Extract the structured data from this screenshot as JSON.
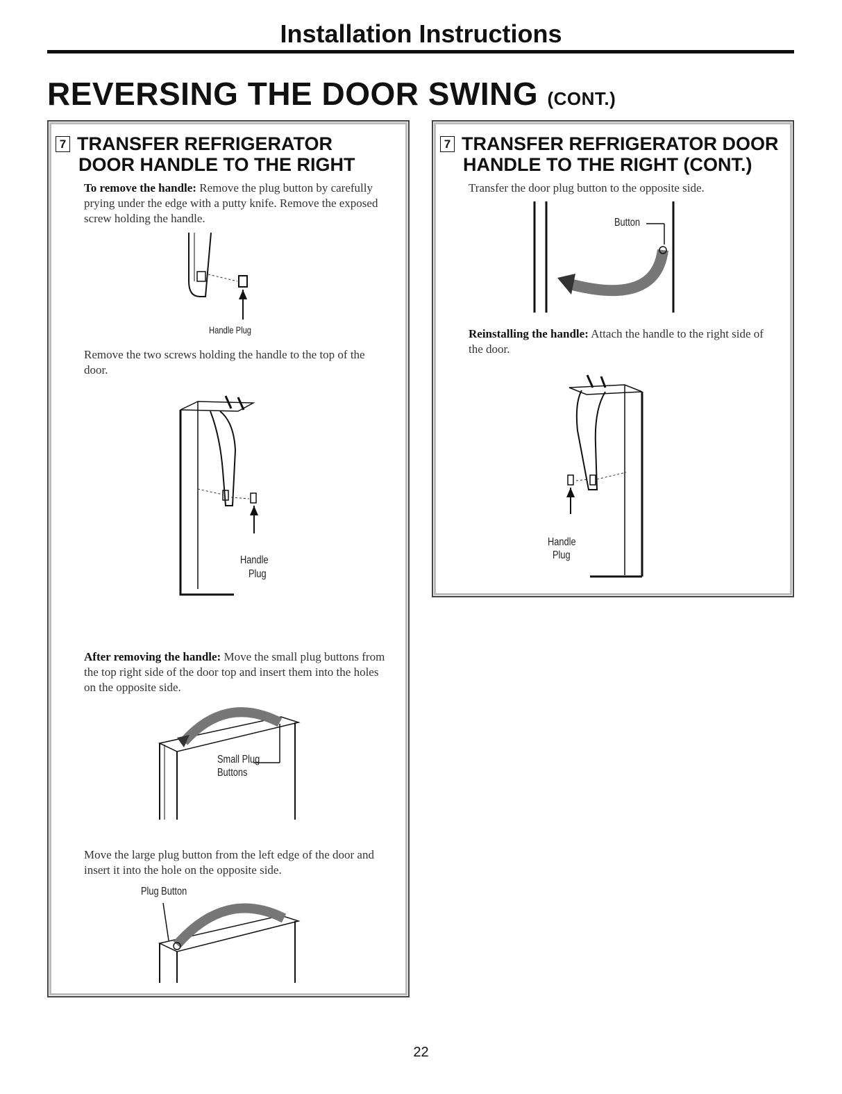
{
  "header": {
    "section": "Installation Instructions"
  },
  "title": {
    "main": "REVERSING THE DOOR SWING",
    "suffix": "(CONT.)"
  },
  "left": {
    "step_number": "7",
    "heading_line1": "TRANSFER REFRIGERATOR",
    "heading_line2": "DOOR HANDLE TO THE RIGHT",
    "p1_lead": "To remove the handle:",
    "p1_text": "Remove the plug button by carefully prying under the edge with a putty knife. Remove the exposed screw holding the handle.",
    "fig1_label": "Handle Plug",
    "p2_text": "Remove the two screws holding the handle to the top of the door.",
    "fig2_label_1": "Handle",
    "fig2_label_2": "Plug",
    "p3_lead": "After removing the handle:",
    "p3_text": "Move the small plug buttons from the top right side of the door top and insert them into the holes on the opposite side.",
    "fig3_label_1": "Small Plug",
    "fig3_label_2": "Buttons",
    "p4_text": "Move the large plug button from the left edge of the door and insert it into the hole on the opposite side.",
    "fig4_label": "Plug Button"
  },
  "right": {
    "step_number": "7",
    "heading_line1": "TRANSFER REFRIGERATOR DOOR",
    "heading_line2": "HANDLE TO THE RIGHT (CONT.)",
    "p1_text": "Transfer the door plug button to the opposite side.",
    "fig1_label": "Button",
    "p2_lead": "Reinstalling the handle:",
    "p2_text": "Attach the handle to the right side of the door.",
    "fig2_label_1": "Handle",
    "fig2_label_2": "Plug"
  },
  "footer": {
    "page_number": "22"
  }
}
